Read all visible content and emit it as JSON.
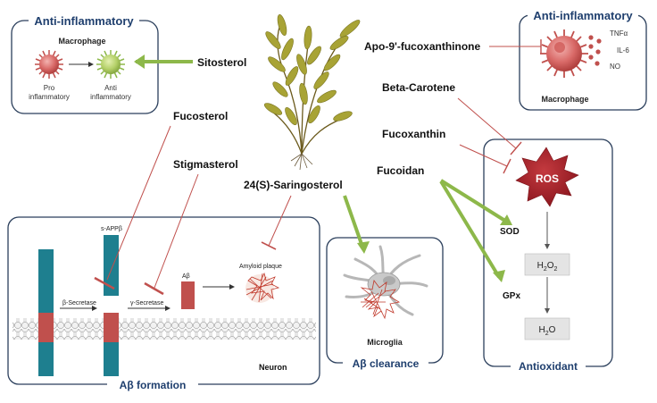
{
  "panels": {
    "anti_inflammatory_left": {
      "title": "Anti-inflammatory",
      "cell_title": "Macrophage",
      "pro_label_1": "Pro",
      "pro_label_2": "inflammatory",
      "anti_label_1": "Anti",
      "anti_label_2": "inflammatory"
    },
    "anti_inflammatory_right": {
      "title": "Anti-inflammatory",
      "cell_label": "Macrophage",
      "markers": [
        "TNFα",
        "IL-6",
        "NO"
      ]
    },
    "abeta_formation": {
      "title": "Aβ formation",
      "sappb": "s-APPβ",
      "beta_secretase": "β-Secretase",
      "gamma_secretase": "γ-Secretase",
      "abeta": "Aβ",
      "amyloid_plaque": "Amyloid plaque",
      "neuron": "Neuron"
    },
    "abeta_clearance": {
      "title": "Aβ clearance",
      "microglia": "Microglia"
    },
    "antioxidant": {
      "title": "Antioxidant",
      "ros": "ROS",
      "sod": "SOD",
      "h2o2_base": "H",
      "h2o2_sub1": "2",
      "h2o2_mid": "O",
      "h2o2_sub2": "2",
      "gpx": "GPx",
      "h2o_base": "H",
      "h2o_sub": "2",
      "h2o_end": "O"
    }
  },
  "compounds": {
    "sitosterol": "Sitosterol",
    "fucosterol": "Fucosterol",
    "stigmasterol": "Stigmasterol",
    "saringosterol": "24(S)-Saringosterol",
    "apo_fucoxanthinone": "Apo-9'-fucoxanthinone",
    "beta_carotene": "Beta-Carotene",
    "fucoxanthin": "Fucoxanthin",
    "fucoidan": "Fucoidan"
  },
  "colors": {
    "panel_title": "#1f3f6e",
    "panel_border": "#2b3f5c",
    "inhibit_arrow": "#c0504d",
    "activate_arrow": "#8db84a",
    "membrane_teal": "#1e7f8f",
    "membrane_red": "#c0504d",
    "ros_fill": "#a31e26"
  }
}
